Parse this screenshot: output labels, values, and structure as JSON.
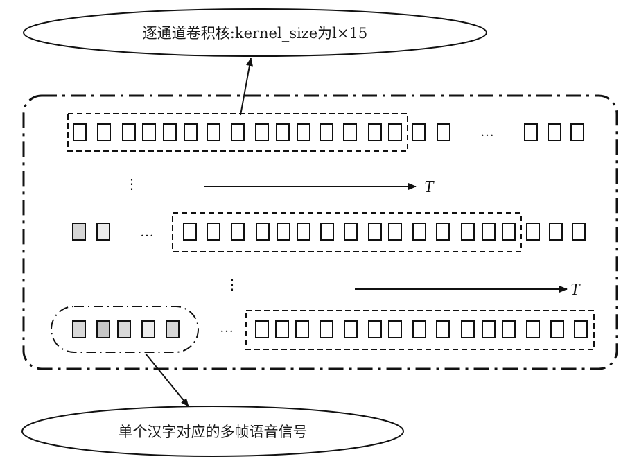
{
  "top_label": {
    "text": "逐通道卷积核:kernel_size为l×15"
  },
  "bottom_label": {
    "text": "单个汉字对应的多帧语音信号"
  },
  "time_axis_label": "T",
  "ellipsis_horizontal": "…",
  "ellipsis_vertical": "⋮",
  "rows": [
    {
      "name": "row-1",
      "kernel_window_box_count": 15,
      "leading_shaded_boxes": [],
      "segments": [
        {
          "boxes": 17,
          "kernel_window": true
        },
        {
          "ellipsis": true
        },
        {
          "boxes": 3
        }
      ]
    },
    {
      "name": "row-2",
      "kernel_window_box_count": 15,
      "leading_shaded_boxes": [
        "#d6d6d6",
        "#ececec"
      ],
      "segments": [
        {
          "shaded_boxes": 2
        },
        {
          "ellipsis": true
        },
        {
          "boxes": 18,
          "kernel_window": true
        }
      ]
    },
    {
      "name": "row-3",
      "kernel_window_box_count": 15,
      "leading_shaded_boxes": [
        "#d9d9d9",
        "#c6c6c6",
        "#d9d9d9",
        "#ececec",
        "#d6d6d6"
      ],
      "segments": [
        {
          "shaded_boxes": 5,
          "grouped": true
        },
        {
          "ellipsis": true
        },
        {
          "boxes": 15,
          "kernel_window": true
        }
      ]
    }
  ],
  "colors": {
    "stroke": "#111111",
    "background": "#ffffff"
  }
}
